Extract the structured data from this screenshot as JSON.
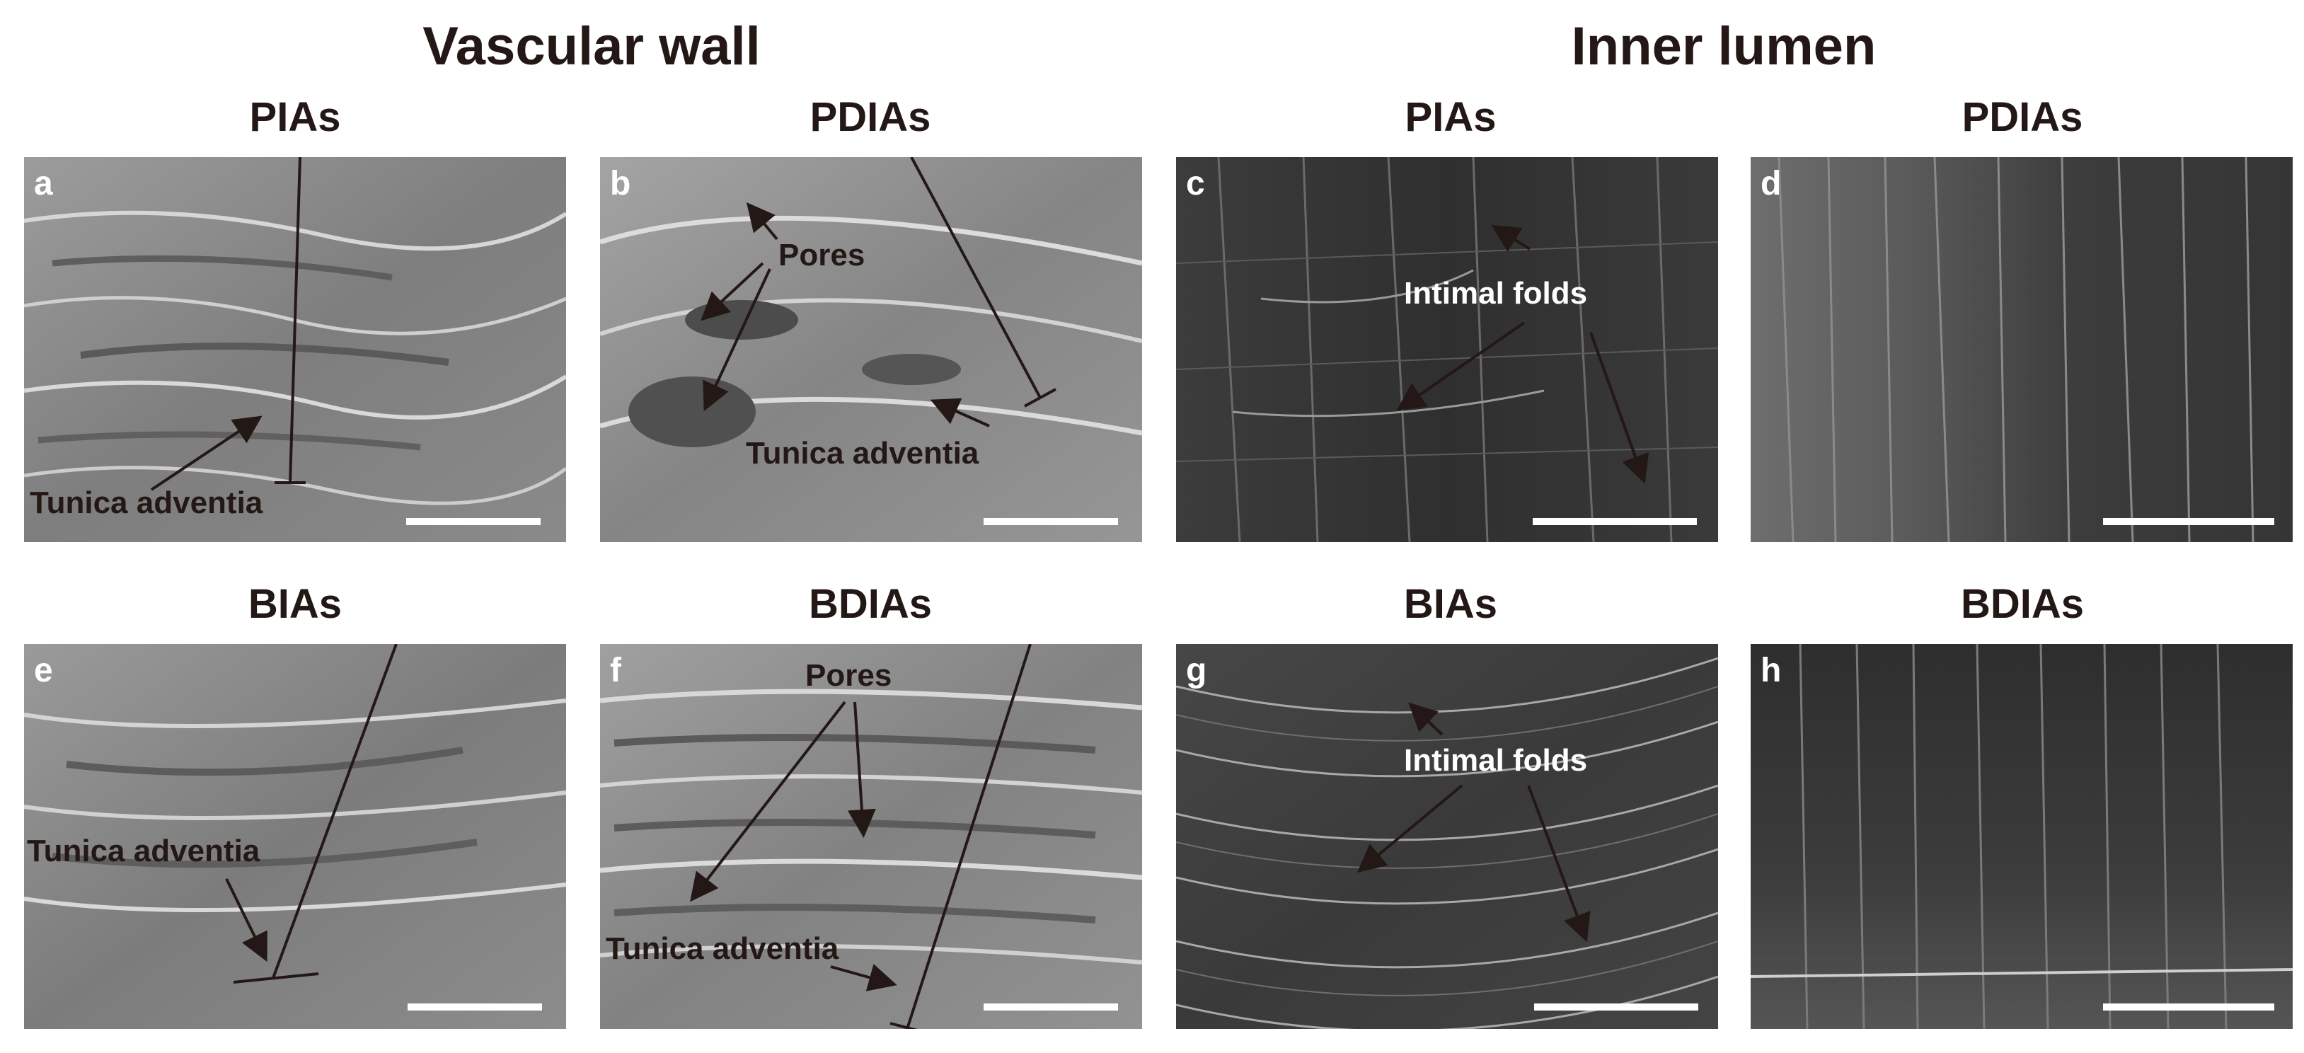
{
  "headings": {
    "vascular_wall": "Vascular wall",
    "inner_lumen": "Inner lumen"
  },
  "panels": [
    {
      "letter": "a",
      "label": "PIAs",
      "annotations": [
        "Tunica adventia"
      ]
    },
    {
      "letter": "b",
      "label": "PDIAs",
      "annotations": [
        "Pores",
        "Tunica adventia"
      ]
    },
    {
      "letter": "c",
      "label": "PIAs",
      "annotations": [
        "Intimal folds"
      ]
    },
    {
      "letter": "d",
      "label": "PDIAs",
      "annotations": []
    },
    {
      "letter": "e",
      "label": "BIAs",
      "annotations": [
        "Tunica adventia"
      ]
    },
    {
      "letter": "f",
      "label": "BDIAs",
      "annotations": [
        "Pores",
        "Tunica adventia"
      ]
    },
    {
      "letter": "g",
      "label": "BIAs",
      "annotations": [
        "Intimal folds"
      ]
    },
    {
      "letter": "h",
      "label": "BDIAs",
      "annotations": []
    }
  ],
  "colors": {
    "text": "#231815",
    "sem_wall": "#8f8f8f",
    "sem_lumen": "#3a3a3a",
    "marker": "#ffffff"
  }
}
